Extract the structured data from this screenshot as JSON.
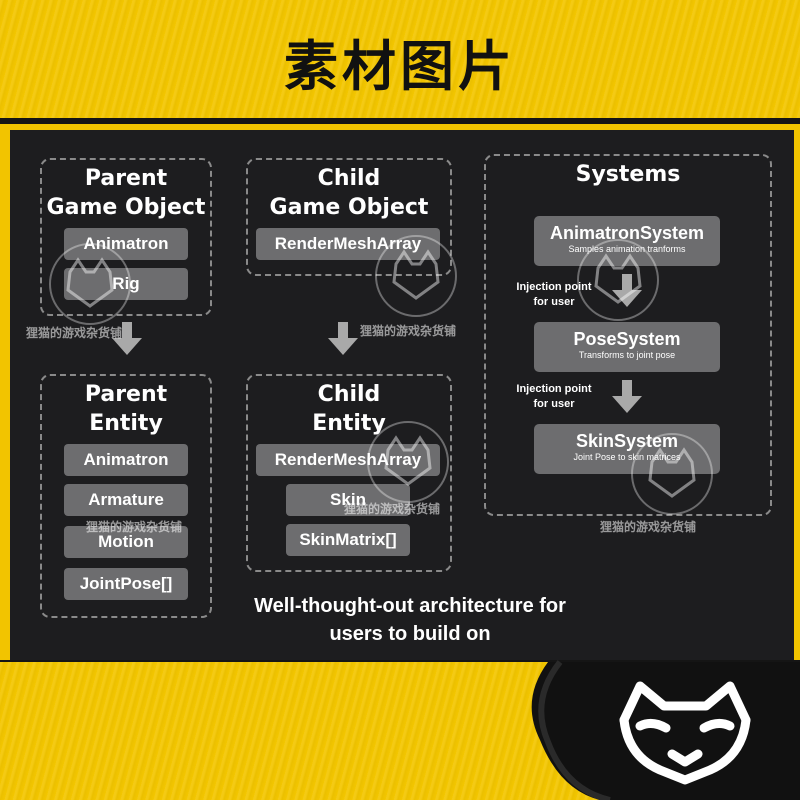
{
  "header": {
    "title": "素材图片"
  },
  "colors": {
    "brand_yellow": "#f3c600",
    "slide_bg": "#1d1d1f",
    "component_gray": "#6d6d6f",
    "dashed_border": "#8a8a8a"
  },
  "groups": {
    "parent_game_object": {
      "title_line1": "Parent",
      "title_line2": "Game Object",
      "components": [
        "Animatron",
        "Rig"
      ]
    },
    "child_game_object": {
      "title_line1": "Child",
      "title_line2": "Game Object",
      "components": [
        "RenderMeshArray"
      ]
    },
    "parent_entity": {
      "title_line1": "Parent",
      "title_line2": "Entity",
      "components": [
        "Animatron",
        "Armature",
        "Motion",
        "JointPose[]"
      ]
    },
    "child_entity": {
      "title_line1": "Child",
      "title_line2": "Entity",
      "components": [
        "RenderMeshArray",
        "Skin",
        "SkinMatrix[]"
      ]
    },
    "systems": {
      "title": "Systems",
      "items": [
        {
          "name": "AnimatronSystem",
          "desc": "Samples animation tranforms"
        },
        {
          "name": "PoseSystem",
          "desc": "Transforms to joint pose"
        },
        {
          "name": "SkinSystem",
          "desc": "Joint Pose to skin matrices"
        }
      ],
      "injection_line1": "Injection point",
      "injection_line2": "for user"
    }
  },
  "caption": {
    "line1": "Well-thought-out architecture for",
    "line2": "users to build on"
  },
  "watermark": {
    "text": "狸猫的游戏杂货铺"
  },
  "icons": {
    "arrow": "down-arrow-icon",
    "logo": "fox-logo-icon"
  }
}
